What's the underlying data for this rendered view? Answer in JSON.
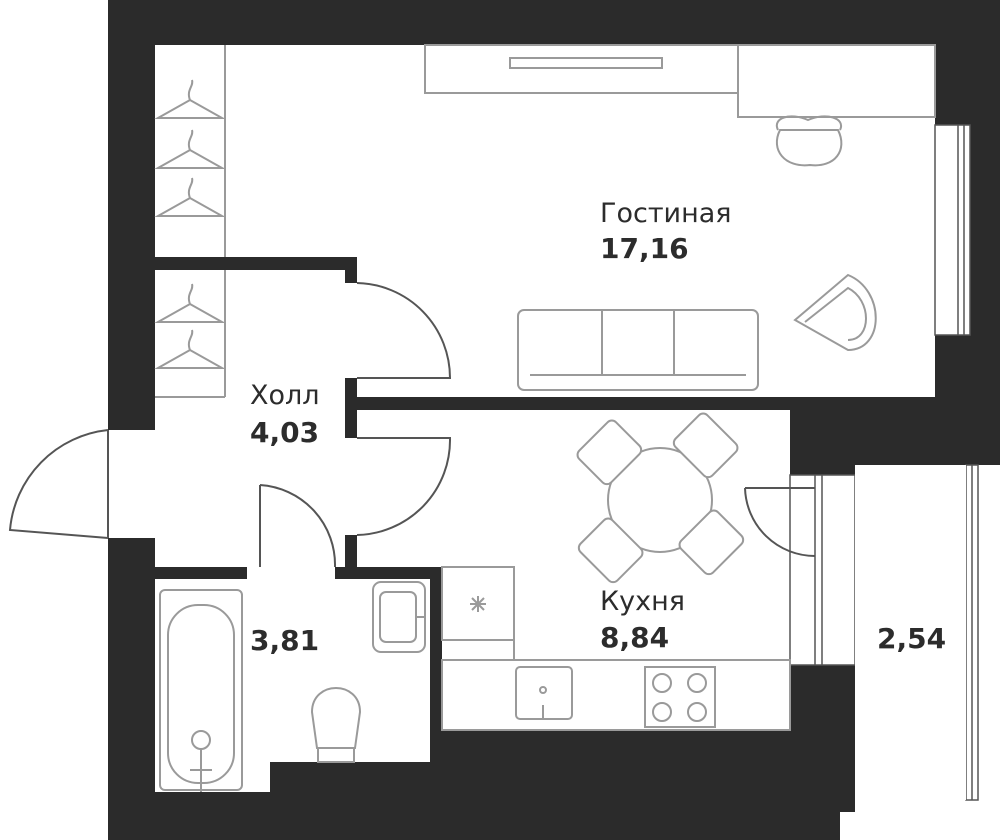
{
  "rooms": {
    "living": {
      "name": "Гостиная",
      "area": "17,16"
    },
    "hall": {
      "name": "Холл",
      "area": "4,03"
    },
    "bathroom": {
      "area": "3,81"
    },
    "kitchen": {
      "name": "Кухня",
      "area": "8,84"
    },
    "balcony": {
      "area": "2,54"
    }
  },
  "colors": {
    "wall": "#2b2b2b",
    "furniture_stroke": "#9a9a9a",
    "floor": "#ffffff"
  },
  "icons": {
    "wardrobe": "hanger-icon",
    "kitchen_tile": "snowflake-icon",
    "stove": "stove-icon",
    "sink": "sink-icon",
    "toilet": "toilet-icon",
    "bathtub": "bathtub-icon"
  }
}
